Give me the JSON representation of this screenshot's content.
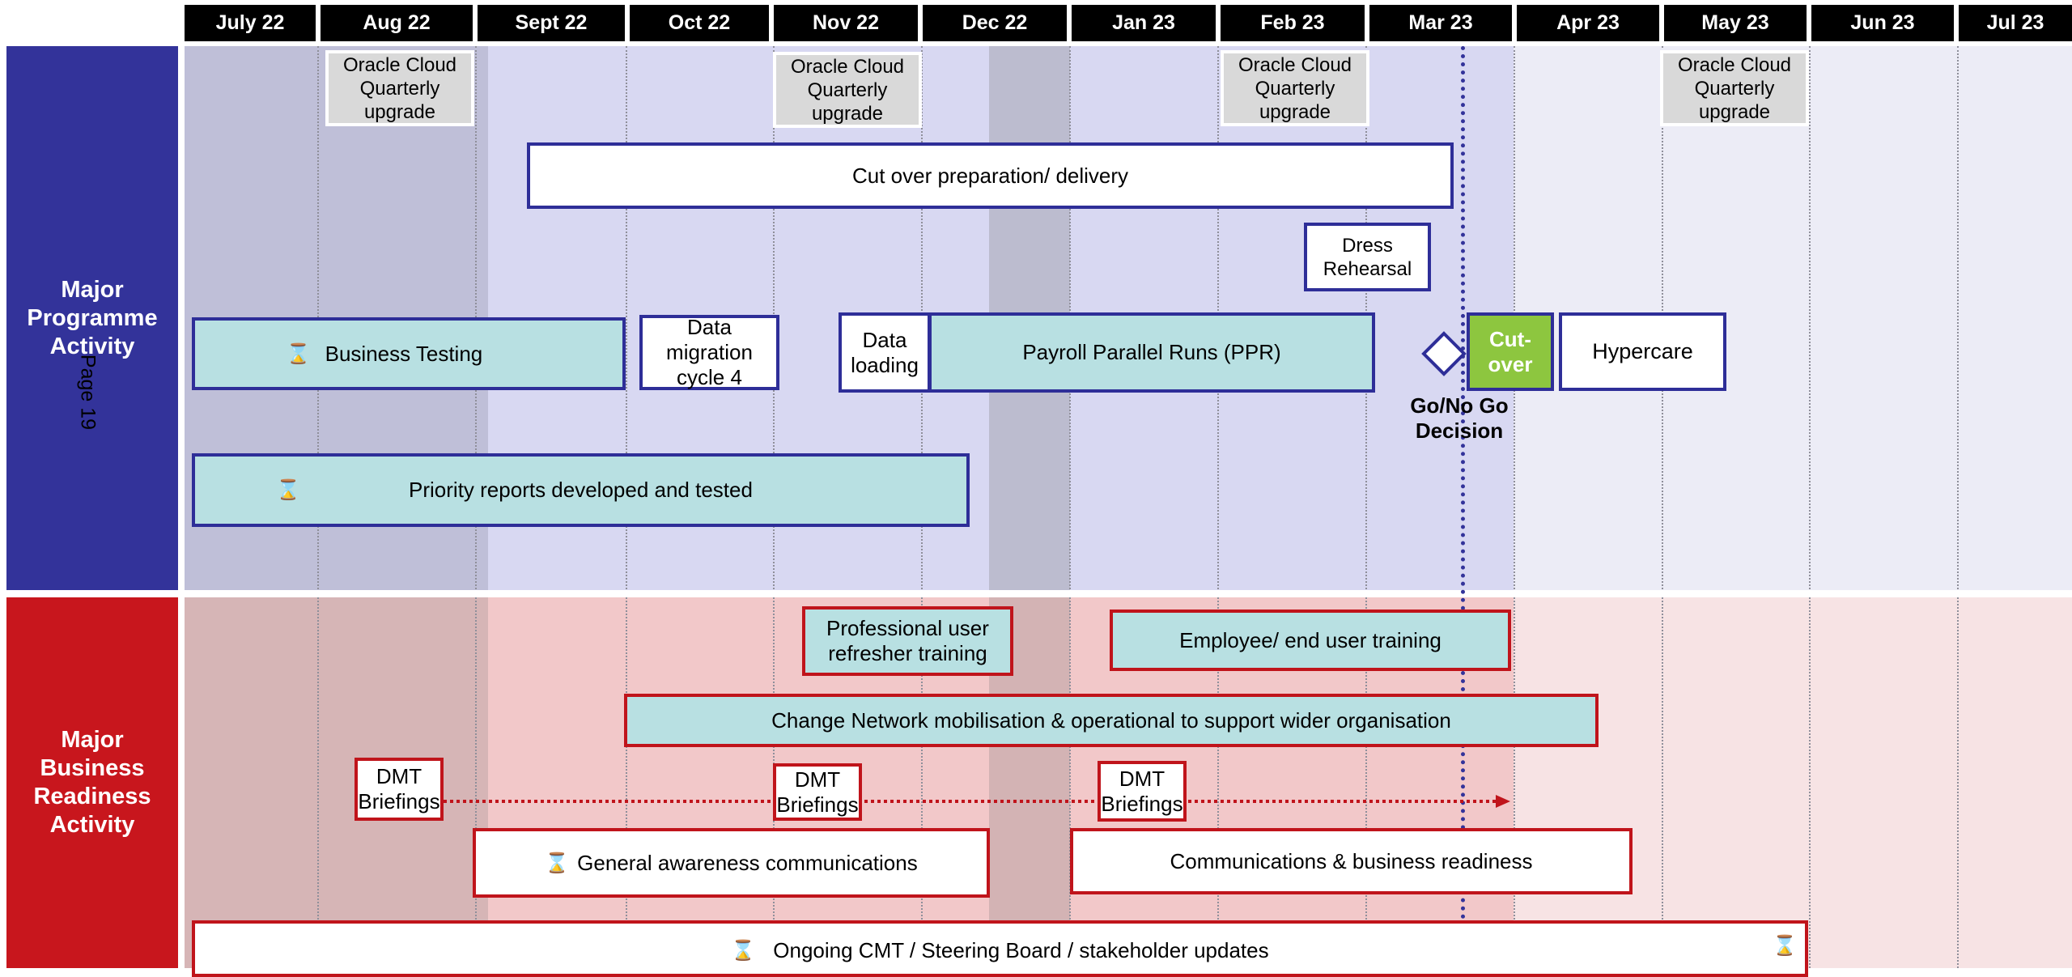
{
  "months": [
    "July 22",
    "Aug 22",
    "Sept 22",
    "Oct 22",
    "Nov 22",
    "Dec 22",
    "Jan 23",
    "Feb 23",
    "Mar 23",
    "Apr 23",
    "May 23",
    "Jun 23",
    "Jul 23"
  ],
  "sections": {
    "programme": "Major Programme Activity",
    "business": "Major Business Readiness Activity"
  },
  "page_label": "Page 19",
  "colors": {
    "programme": "#33339a",
    "business": "#c8161d",
    "cutover": "#8dc63f",
    "teal": "#b8e0e2"
  },
  "programme": {
    "oracle_label": "Oracle Cloud Quarterly upgrade",
    "cut_over_prep": "Cut over preparation/ delivery",
    "dress_rehearsal": "Dress Rehearsal",
    "business_testing": "Business Testing",
    "data_migration": "Data migration cycle 4",
    "data_loading": "Data loading",
    "ppr": "Payroll Parallel Runs (PPR)",
    "go_no_go": "Go/No Go Decision",
    "cutover": "Cut-over",
    "hypercare": "Hypercare",
    "priority_reports": "Priority reports developed and tested"
  },
  "business": {
    "professional_training": "Professional user refresher training",
    "employee_training": "Employee/ end user training",
    "change_network": "Change Network mobilisation & operational to support wider organisation",
    "dmt_briefings": "DMT Briefings",
    "general_awareness": "General awareness communications",
    "comms_readiness": "Communications & business readiness",
    "ongoing_cmt": "Ongoing CMT / Steering Board / stakeholder updates"
  },
  "icons": {
    "hourglass": "hourglass-icon",
    "milestone": "diamond-icon"
  }
}
